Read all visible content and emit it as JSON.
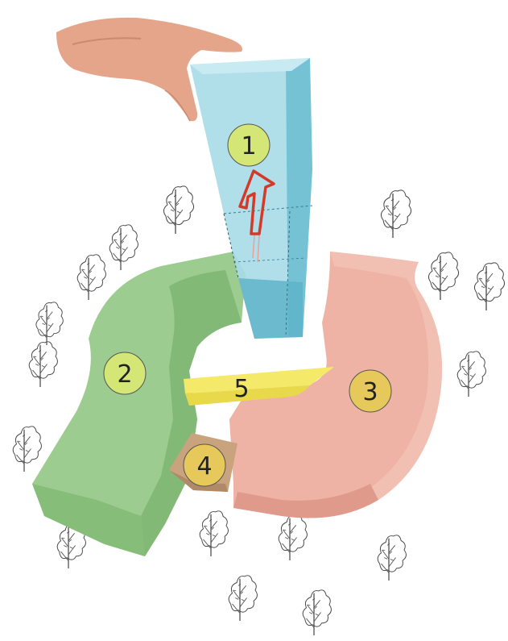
{
  "diagram": {
    "labels": {
      "one": "1",
      "two": "2",
      "three": "3",
      "four": "4",
      "five": "5"
    },
    "colors": {
      "tower": "#8fd0df",
      "tower_dark": "#5fb4c9",
      "green": "#9ccc8f",
      "green_dark": "#7fb572",
      "pink": "#efb3a6",
      "pink_dark": "#e09a8b",
      "yellow": "#f5e96a",
      "brown": "#c9a27e",
      "marker_green": "#d4e675",
      "marker_gold": "#e6c95a",
      "arrow": "#d43a2a",
      "hand": "#e4a58a"
    },
    "icons": [
      "hand-icon",
      "tree-icon",
      "arrow-up-icon"
    ]
  }
}
